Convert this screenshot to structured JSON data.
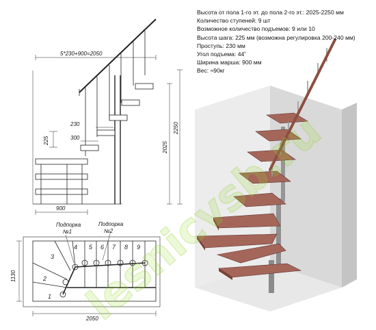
{
  "specs": [
    "Высота от пола 1-го эт. до пола 2-го эт.: 2025-2250 мм",
    "Количество ступеней: 9 шт",
    "Возможное количество подъемов: 9 или 10",
    "Высота шага: 225 мм (возможна регулировка 200-240 мм)",
    "Проступь: 230 мм",
    "Угол подъема: 44˚",
    "Ширина марша: 900 мм",
    "Вес: ≈90кг"
  ],
  "side_view": {
    "top_dim": "5*230+900=2050",
    "dim_230": "230",
    "dim_300": "300",
    "dim_225": "225",
    "dim_2025": "2025",
    "dim_2250": "2250",
    "dim_900": "900"
  },
  "plan_view": {
    "support1": "Подпорка",
    "support1_no": "№1",
    "support2": "Подпорка",
    "support2_no": "№2",
    "dim_1130": "1130",
    "dim_2050": "2050",
    "step_numbers": [
      "1",
      "2",
      "3",
      "4",
      "5",
      "6",
      "7",
      "8",
      "9"
    ]
  },
  "watermark": "lesnicvsb.ru",
  "colors": {
    "tread": "#8c4e40",
    "tread_top": "#a5665a",
    "wall": "#d6d6d6",
    "wall_side": "#c2c2c2",
    "post": "#8a8a8a",
    "line": "#222222"
  }
}
